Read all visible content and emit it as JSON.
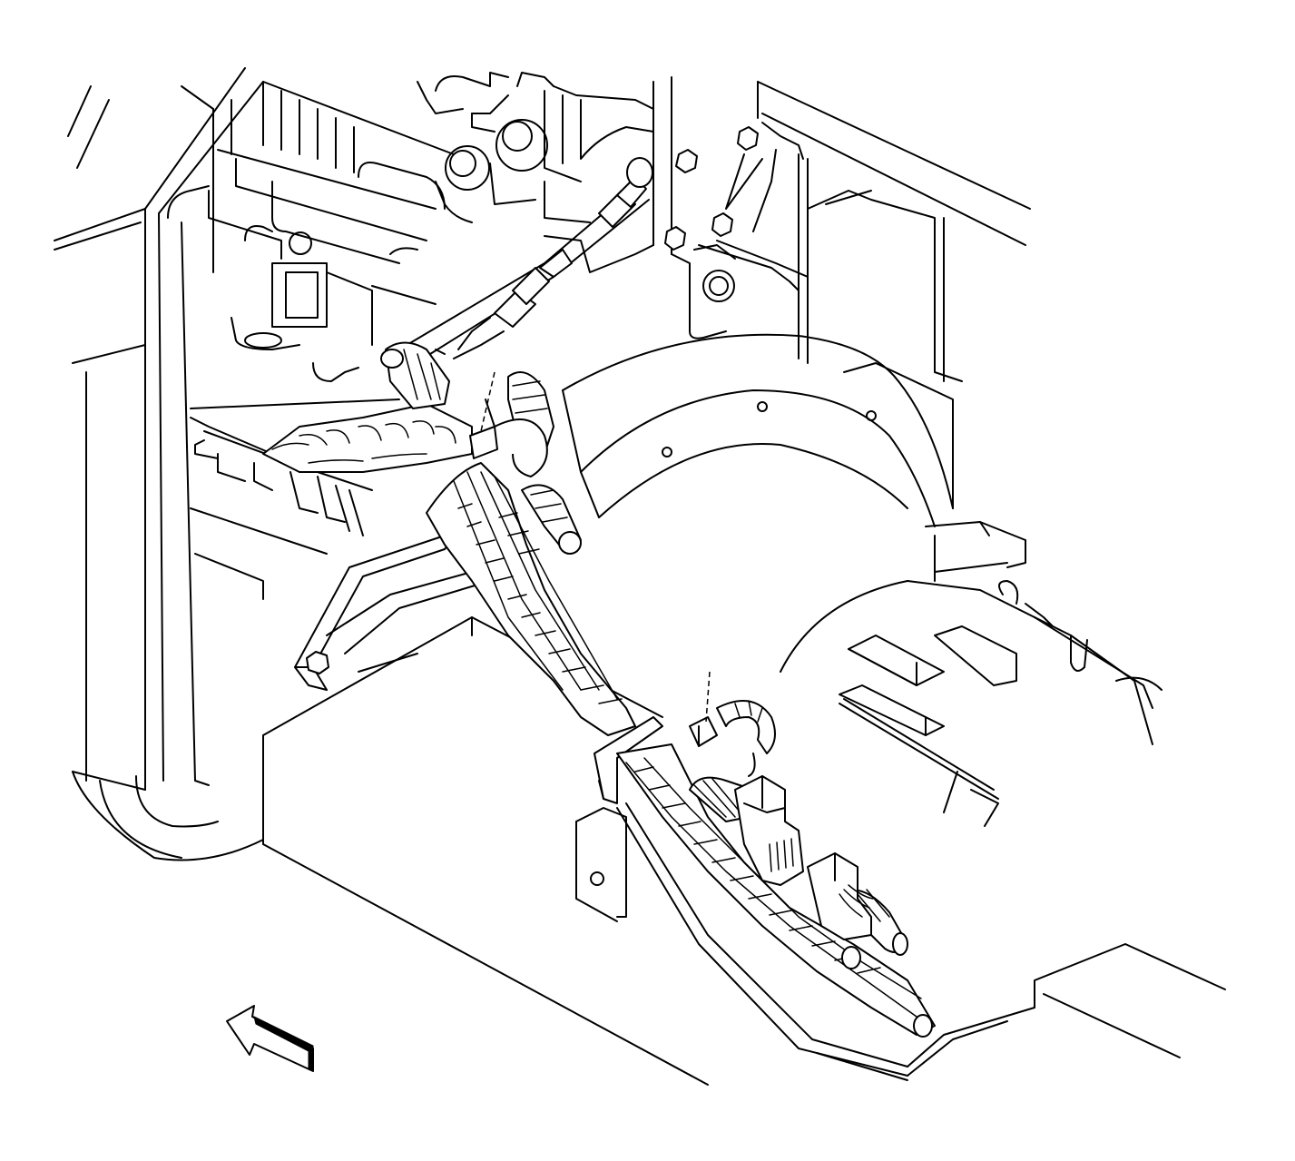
{
  "figure": {
    "parts": [
      "transmission-control-valve-body",
      "cooler-line-fittings",
      "mounting-bolts",
      "transmission-case-housing",
      "wiring-harness",
      "harness-retaining-clip",
      "harness-bracket",
      "electrical-connector",
      "crossmember-support",
      "front-direction-arrow"
    ],
    "stroke_color": "#000000",
    "background_color": "#ffffff"
  }
}
